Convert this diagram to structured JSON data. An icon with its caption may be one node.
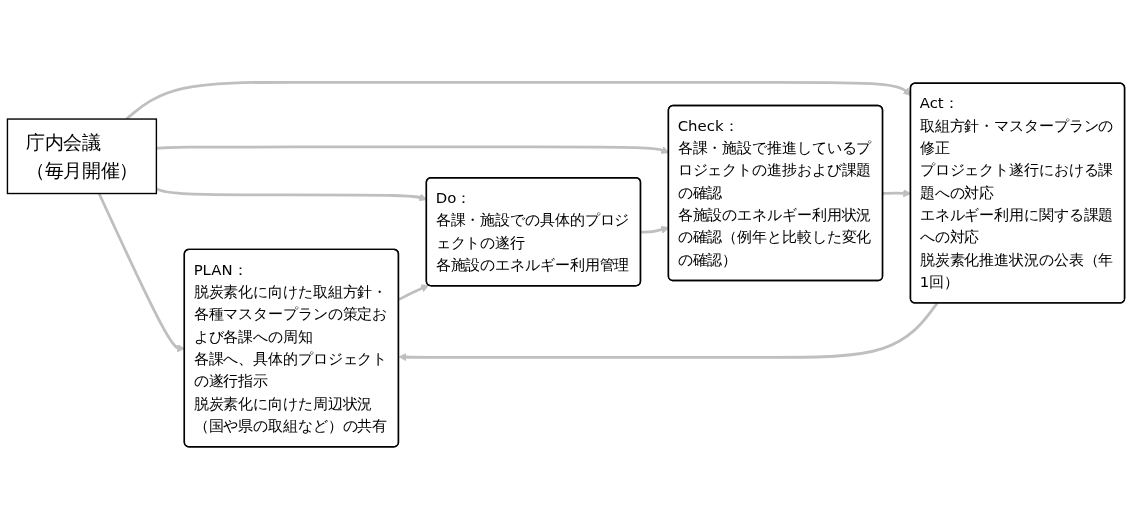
{
  "diagram": {
    "nodes": [
      {
        "text": [
          "PLAN：",
          "脱炭素化に向けた取組方針・各種マスタープランの策定および各課への周知",
          "各課へ、具体的プロジェクトの遂行指示",
          "脱炭素化に向けた周辺状況（国や県の取組など）の共有"
        ]
      },
      {
        "text": [
          "Act：",
          "取組方針・マスタープランの修正",
          "プロジェクト遂行における課題への対応",
          "エネルギー利用に関する課題への対応",
          "脱炭素化推進状況の公表（年1回）"
        ]
      },
      {
        "text": [
          "庁内会議",
          "（毎月開催）"
        ]
      },
      {
        "text": [
          "Do：",
          "各課・施設での具体的プロジェクトの遂行",
          "各施設のエネルギー利用管理"
        ]
      },
      {
        "text": [
          "Check：",
          "各課・施設で推進しているプロジェクトの進捗および課題の確認",
          "各施設のエネルギー利用状況の確認（例年と比較した変化の確認）"
        ]
      }
    ],
    "edges": [
      {
        "from": 2,
        "to": 0,
        "arrow": "to"
      },
      {
        "from": 2,
        "to": 1,
        "arrow": "to"
      },
      {
        "from": 2,
        "to": 3,
        "arrow": "to"
      },
      {
        "from": 2,
        "to": 4,
        "arrow": "to"
      },
      {
        "from": 0,
        "to": 3,
        "arrow": "to"
      },
      {
        "from": 3,
        "to": 4,
        "arrow": "to"
      },
      {
        "from": 4,
        "to": 1,
        "arrow": "to"
      },
      {
        "from": 1,
        "to": 0,
        "arrow": "to"
      }
    ]
  }
}
